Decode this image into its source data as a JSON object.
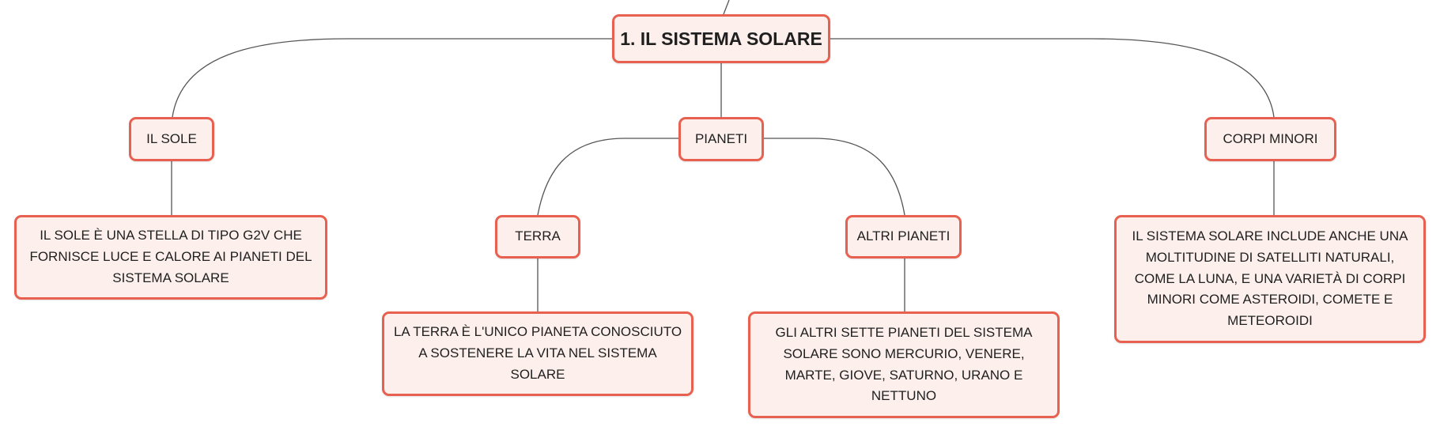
{
  "colors": {
    "accent": "#e8604f",
    "node_fill": "#fdf0ec",
    "line": "#555555"
  },
  "root": {
    "label": "1. IL SISTEMA SOLARE"
  },
  "branches": {
    "sole": {
      "label": "IL SOLE",
      "detail": "IL SOLE È UNA STELLA DI TIPO G2V CHE FORNISCE LUCE E CALORE AI PIANETI DEL SISTEMA SOLARE"
    },
    "pianeti": {
      "label": "PIANETI",
      "terra": {
        "label": "TERRA",
        "detail": "LA TERRA È L'UNICO PIANETA CONOSCIUTO A SOSTENERE LA VITA NEL SISTEMA SOLARE"
      },
      "altri": {
        "label": "ALTRI PIANETI",
        "detail": "GLI ALTRI SETTE PIANETI DEL SISTEMA SOLARE SONO MERCURIO, VENERE, MARTE, GIOVE, SATURNO, URANO E NETTUNO"
      }
    },
    "corpi": {
      "label": "CORPI MINORI",
      "detail": "IL SISTEMA SOLARE INCLUDE ANCHE UNA MOLTITUDINE DI SATELLITI NATURALI, COME LA LUNA, E UNA VARIETÀ DI CORPI MINORI COME ASTEROIDI, COMETE E METEOROIDI"
    }
  }
}
